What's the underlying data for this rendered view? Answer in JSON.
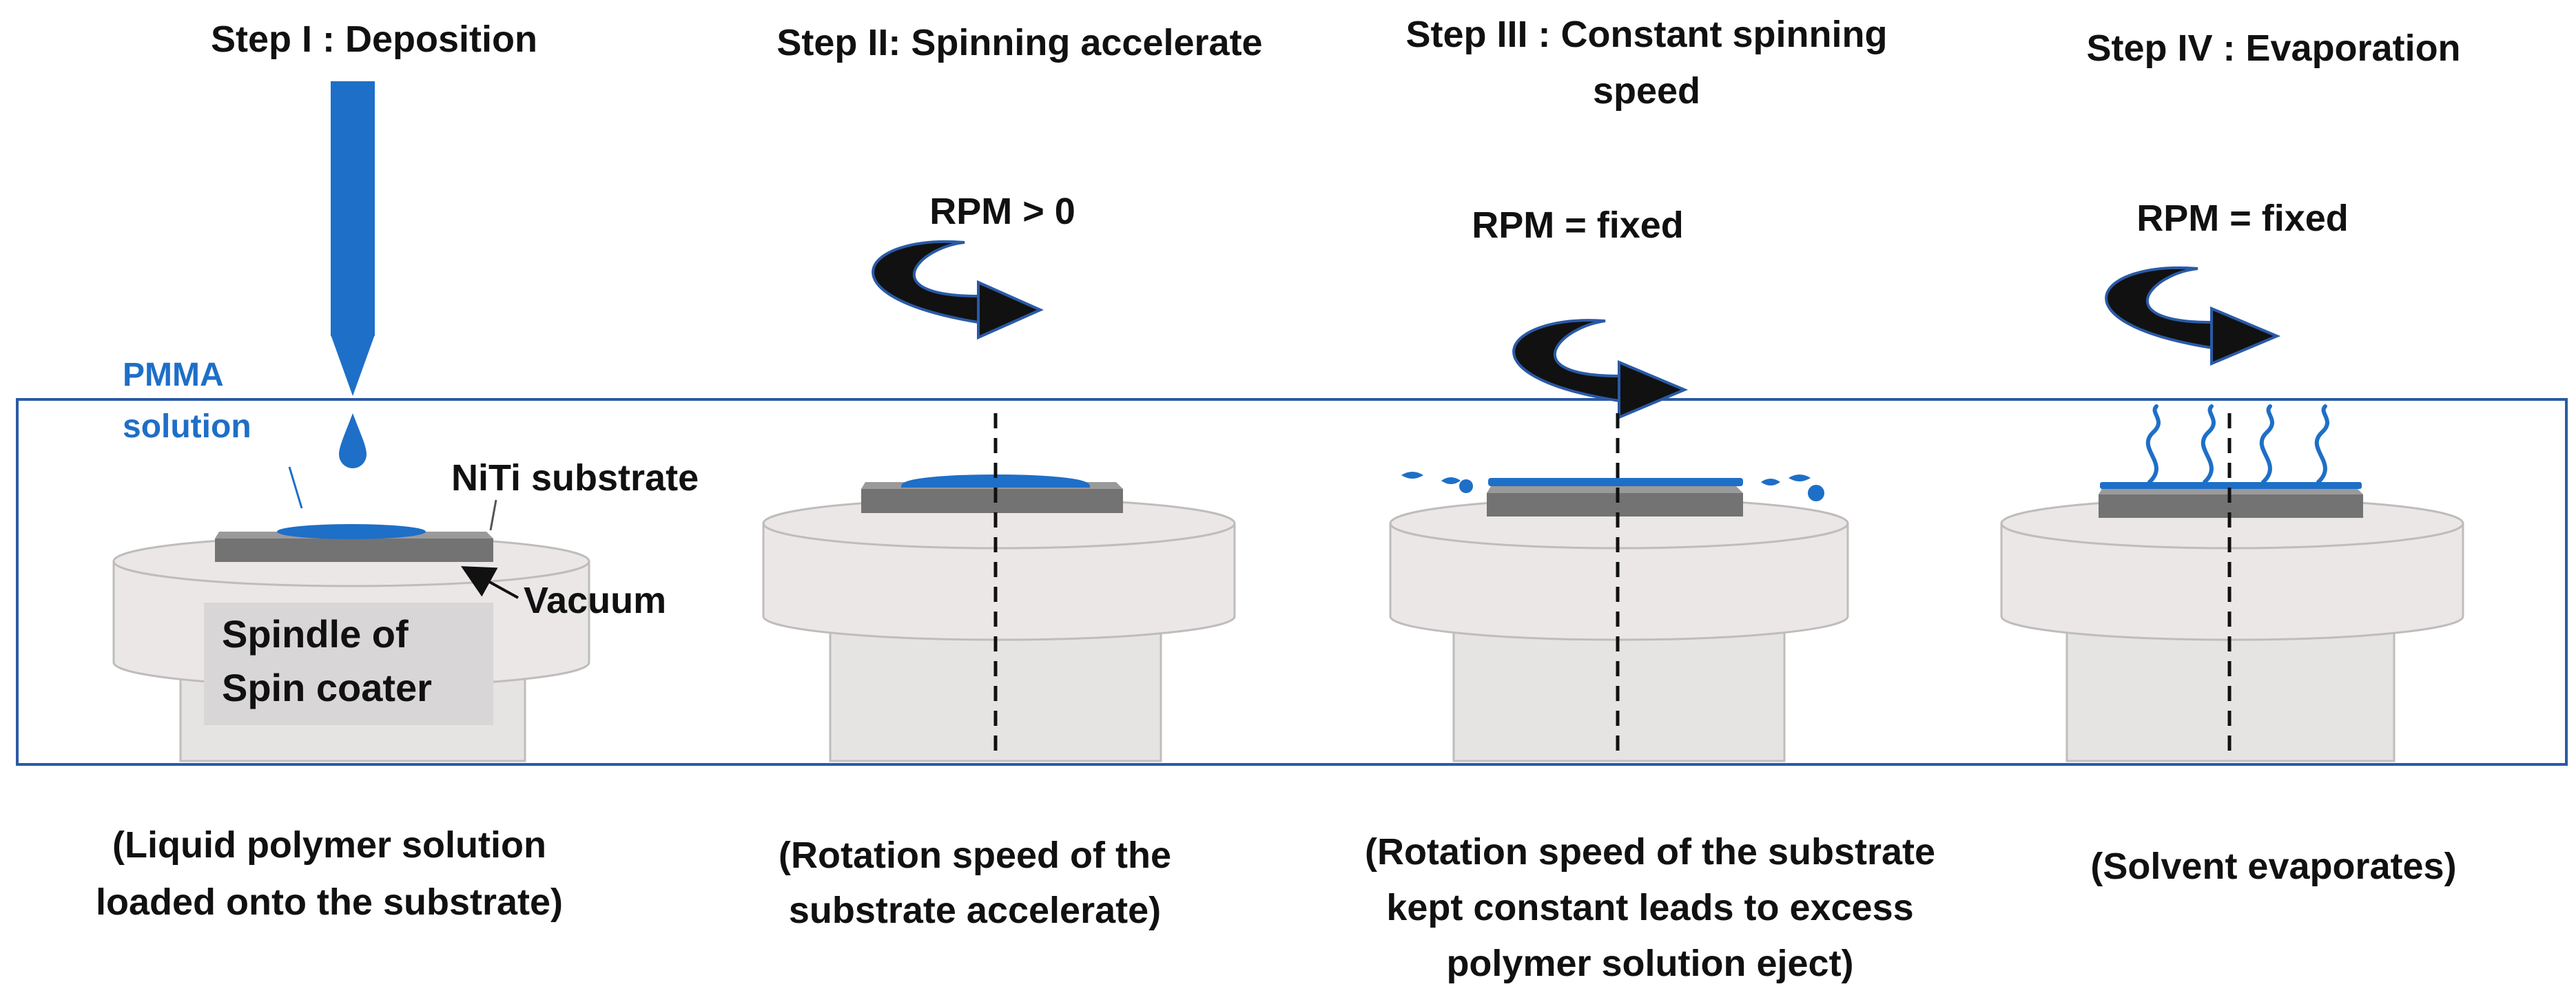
{
  "colors": {
    "pmma": "#1e6fc7",
    "substrate": "#737373",
    "spindle_top": "#ebe7e7",
    "spindle_body": "#e6e3e3",
    "frame": "#2a5aa6",
    "arrow": "#111111",
    "label_box": "#d8d6d6"
  },
  "steps": [
    {
      "title_lines": [
        "Step I : Deposition"
      ],
      "caption_lines": [
        "(Liquid polymer solution",
        "loaded onto the substrate)"
      ],
      "icons": [
        "dispenser-nozzle-icon",
        "droplet-icon"
      ]
    },
    {
      "title_lines": [
        "Step II: Spinning accelerate"
      ],
      "rpm": "RPM > 0",
      "caption_lines": [
        "(Rotation speed of the",
        "substrate accelerate)"
      ],
      "icons": [
        "rotation-arrow-icon"
      ]
    },
    {
      "title_lines": [
        "Step III : Constant spinning",
        "speed"
      ],
      "rpm": "RPM = fixed",
      "caption_lines": [
        "(Rotation speed of the substrate",
        "kept constant leads to excess",
        "polymer solution eject)"
      ],
      "icons": [
        "rotation-arrow-icon",
        "droplet-icon"
      ]
    },
    {
      "title_lines": [
        "Step IV : Evaporation"
      ],
      "rpm": "RPM = fixed",
      "caption_lines": [
        "(Solvent evaporates)"
      ],
      "icons": [
        "rotation-arrow-icon",
        "vapor-icon"
      ]
    }
  ],
  "labels": {
    "pmma_line1": "PMMA",
    "pmma_line2": "solution",
    "niti": "NiTi substrate",
    "vacuum": "Vacuum",
    "spindle_line1": "Spindle of",
    "spindle_line2": "Spin coater"
  }
}
